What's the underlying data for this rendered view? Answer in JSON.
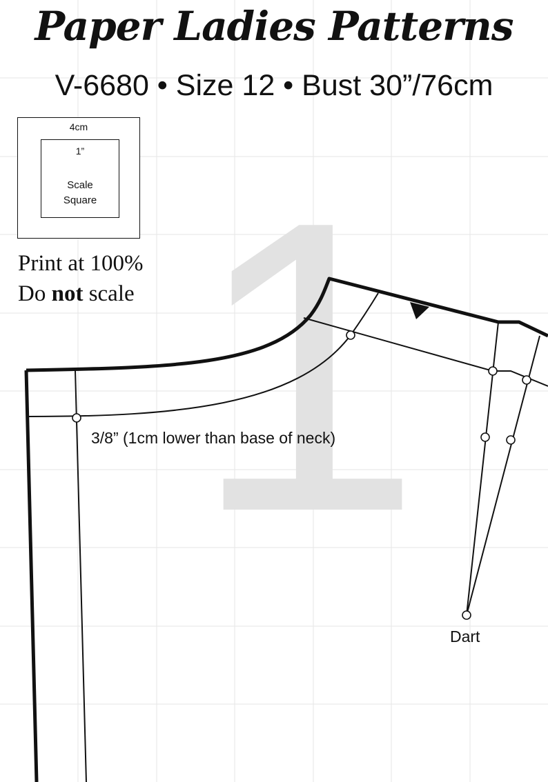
{
  "header": {
    "brand": "Paper Ladies Patterns",
    "pattern_info": "V-6680 • Size 12 • Bust 30”/76cm"
  },
  "scale_square": {
    "outer_label": "4cm",
    "inner_label": "1”",
    "caption_line1": "Scale",
    "caption_line2": "Square"
  },
  "print_note": {
    "line1": "Print at 100%",
    "line2_prefix": "Do ",
    "line2_bold": "not",
    "line2_suffix": " scale"
  },
  "page_number": "1",
  "annotations": {
    "neckline_note": "3/8” (1cm lower than base of neck)",
    "dart_label": "Dart"
  },
  "colors": {
    "ink": "#111111",
    "grid": "#e6e6e6",
    "watermark": "#e2e2e2"
  }
}
